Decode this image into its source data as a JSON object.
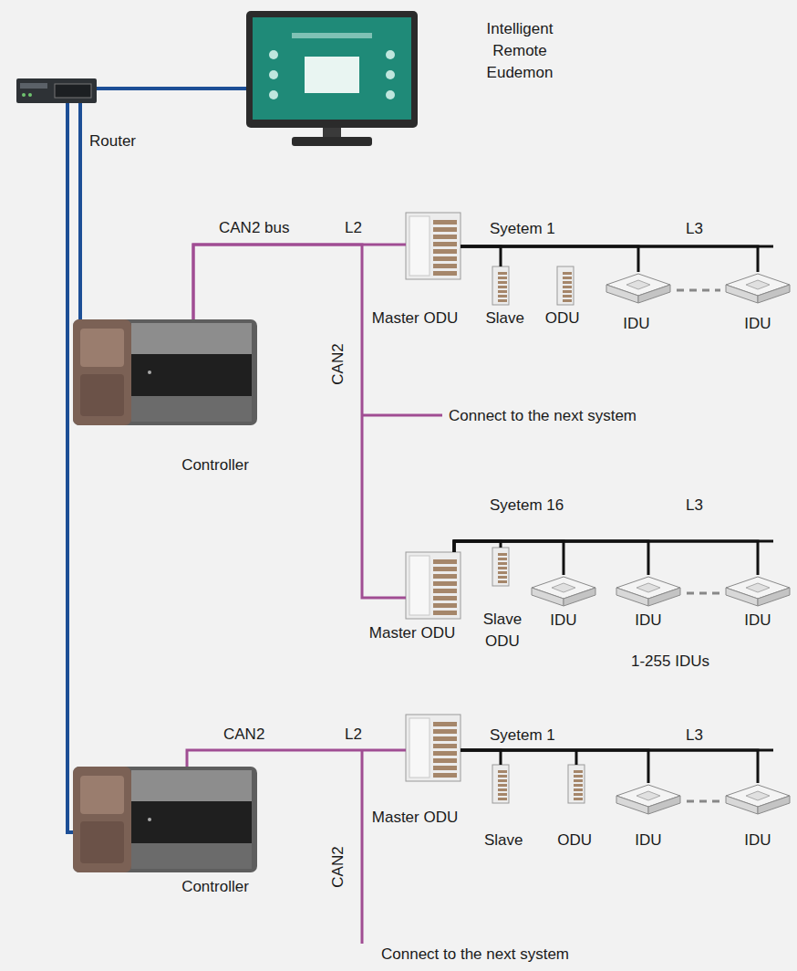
{
  "diagram": {
    "nodes": [
      {
        "text": [
          "Router"
        ]
      },
      {
        "text": [
          "Intelligent Remote Eudemon"
        ]
      },
      {
        "text": [
          "Controller"
        ]
      },
      {
        "text": [
          "Master ODU"
        ]
      },
      {
        "text": [
          "Slave ODU"
        ]
      },
      {
        "text": [
          "IDU"
        ]
      },
      {
        "text": [
          "IDU"
        ]
      },
      {
        "text": [
          "Master ODU"
        ]
      },
      {
        "text": [
          "Slave ODU"
        ]
      },
      {
        "text": [
          "IDU"
        ]
      },
      {
        "text": [
          "IDU"
        ]
      },
      {
        "text": [
          "IDU"
        ]
      },
      {
        "text": [
          "Controller"
        ]
      },
      {
        "text": [
          "Master ODU"
        ]
      },
      {
        "text": [
          "Slave ODU"
        ]
      },
      {
        "text": [
          "IDU"
        ]
      },
      {
        "text": [
          "IDU"
        ]
      }
    ],
    "edges": [
      {
        "from": 0,
        "to": 1,
        "arrow": "none"
      },
      {
        "from": 0,
        "to": 2,
        "arrow": "none"
      },
      {
        "from": 0,
        "to": 12,
        "arrow": "none"
      },
      {
        "from": 2,
        "to": 3,
        "arrow": "none"
      },
      {
        "from": 2,
        "to": 7,
        "arrow": "none"
      },
      {
        "from": 12,
        "to": 13,
        "arrow": "none"
      },
      {
        "from": 3,
        "to": 4,
        "arrow": "none"
      },
      {
        "from": 3,
        "to": 5,
        "arrow": "none"
      },
      {
        "from": 3,
        "to": 6,
        "arrow": "none"
      },
      {
        "from": 7,
        "to": 8,
        "arrow": "none"
      },
      {
        "from": 7,
        "to": 9,
        "arrow": "none"
      },
      {
        "from": 7,
        "to": 10,
        "arrow": "none"
      },
      {
        "from": 7,
        "to": 11,
        "arrow": "none"
      },
      {
        "from": 13,
        "to": 14,
        "arrow": "none"
      },
      {
        "from": 13,
        "to": 15,
        "arrow": "none"
      },
      {
        "from": 13,
        "to": 16,
        "arrow": "none"
      }
    ],
    "labels": [
      "CAN2 bus",
      "L2",
      "Syetem 1",
      "L3",
      "CAN2",
      "Connect to the next system",
      "Syetem 16",
      "L3",
      "1-255 IDUs",
      "CAN2",
      "L2",
      "Syetem 1",
      "L3",
      "CAN2",
      "Connect to the next system"
    ]
  }
}
